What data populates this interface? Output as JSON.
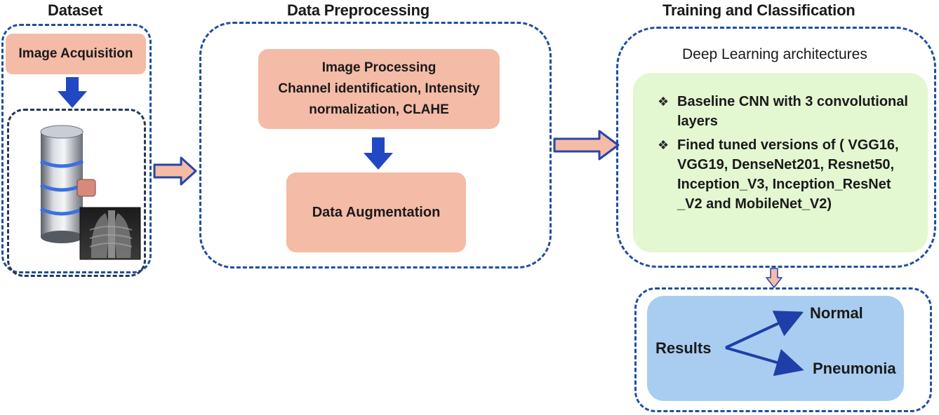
{
  "stages": {
    "dataset": {
      "title": "Dataset",
      "acquisition_label": "Image Acquisition"
    },
    "preprocessing": {
      "title": "Data Preprocessing",
      "processing_lines": [
        "Image Processing",
        "Channel identification, Intensity",
        "normalization, CLAHE"
      ],
      "augmentation_label": "Data Augmentation"
    },
    "training": {
      "title": "Training and Classification",
      "architectures_label": "Deep Learning architectures",
      "bullets": [
        [
          "Baseline CNN with 3 convolutional",
          "layers"
        ],
        [
          "Fined tuned versions of ( VGG16,",
          "VGG19, DenseNet201, Resnet50,",
          "Inception_V3, Inception_ResNet",
          "_V2 and MobileNet_V2)"
        ]
      ]
    },
    "results": {
      "label": "Results",
      "classes": [
        "Normal",
        "Pneumonia"
      ]
    }
  },
  "colors": {
    "dashed_border": "#1f4f9e",
    "salmon_box": "#f4bba6",
    "green_box": "#e3f7d1",
    "results_box": "#a8cdf0",
    "arrow_blue": "#2247c4",
    "arrow_outline": "#2a44a8"
  },
  "icons": {
    "dataset_image": "database-cylinder-with-chest-xray",
    "bullet": "diamond-bullet-icon"
  }
}
